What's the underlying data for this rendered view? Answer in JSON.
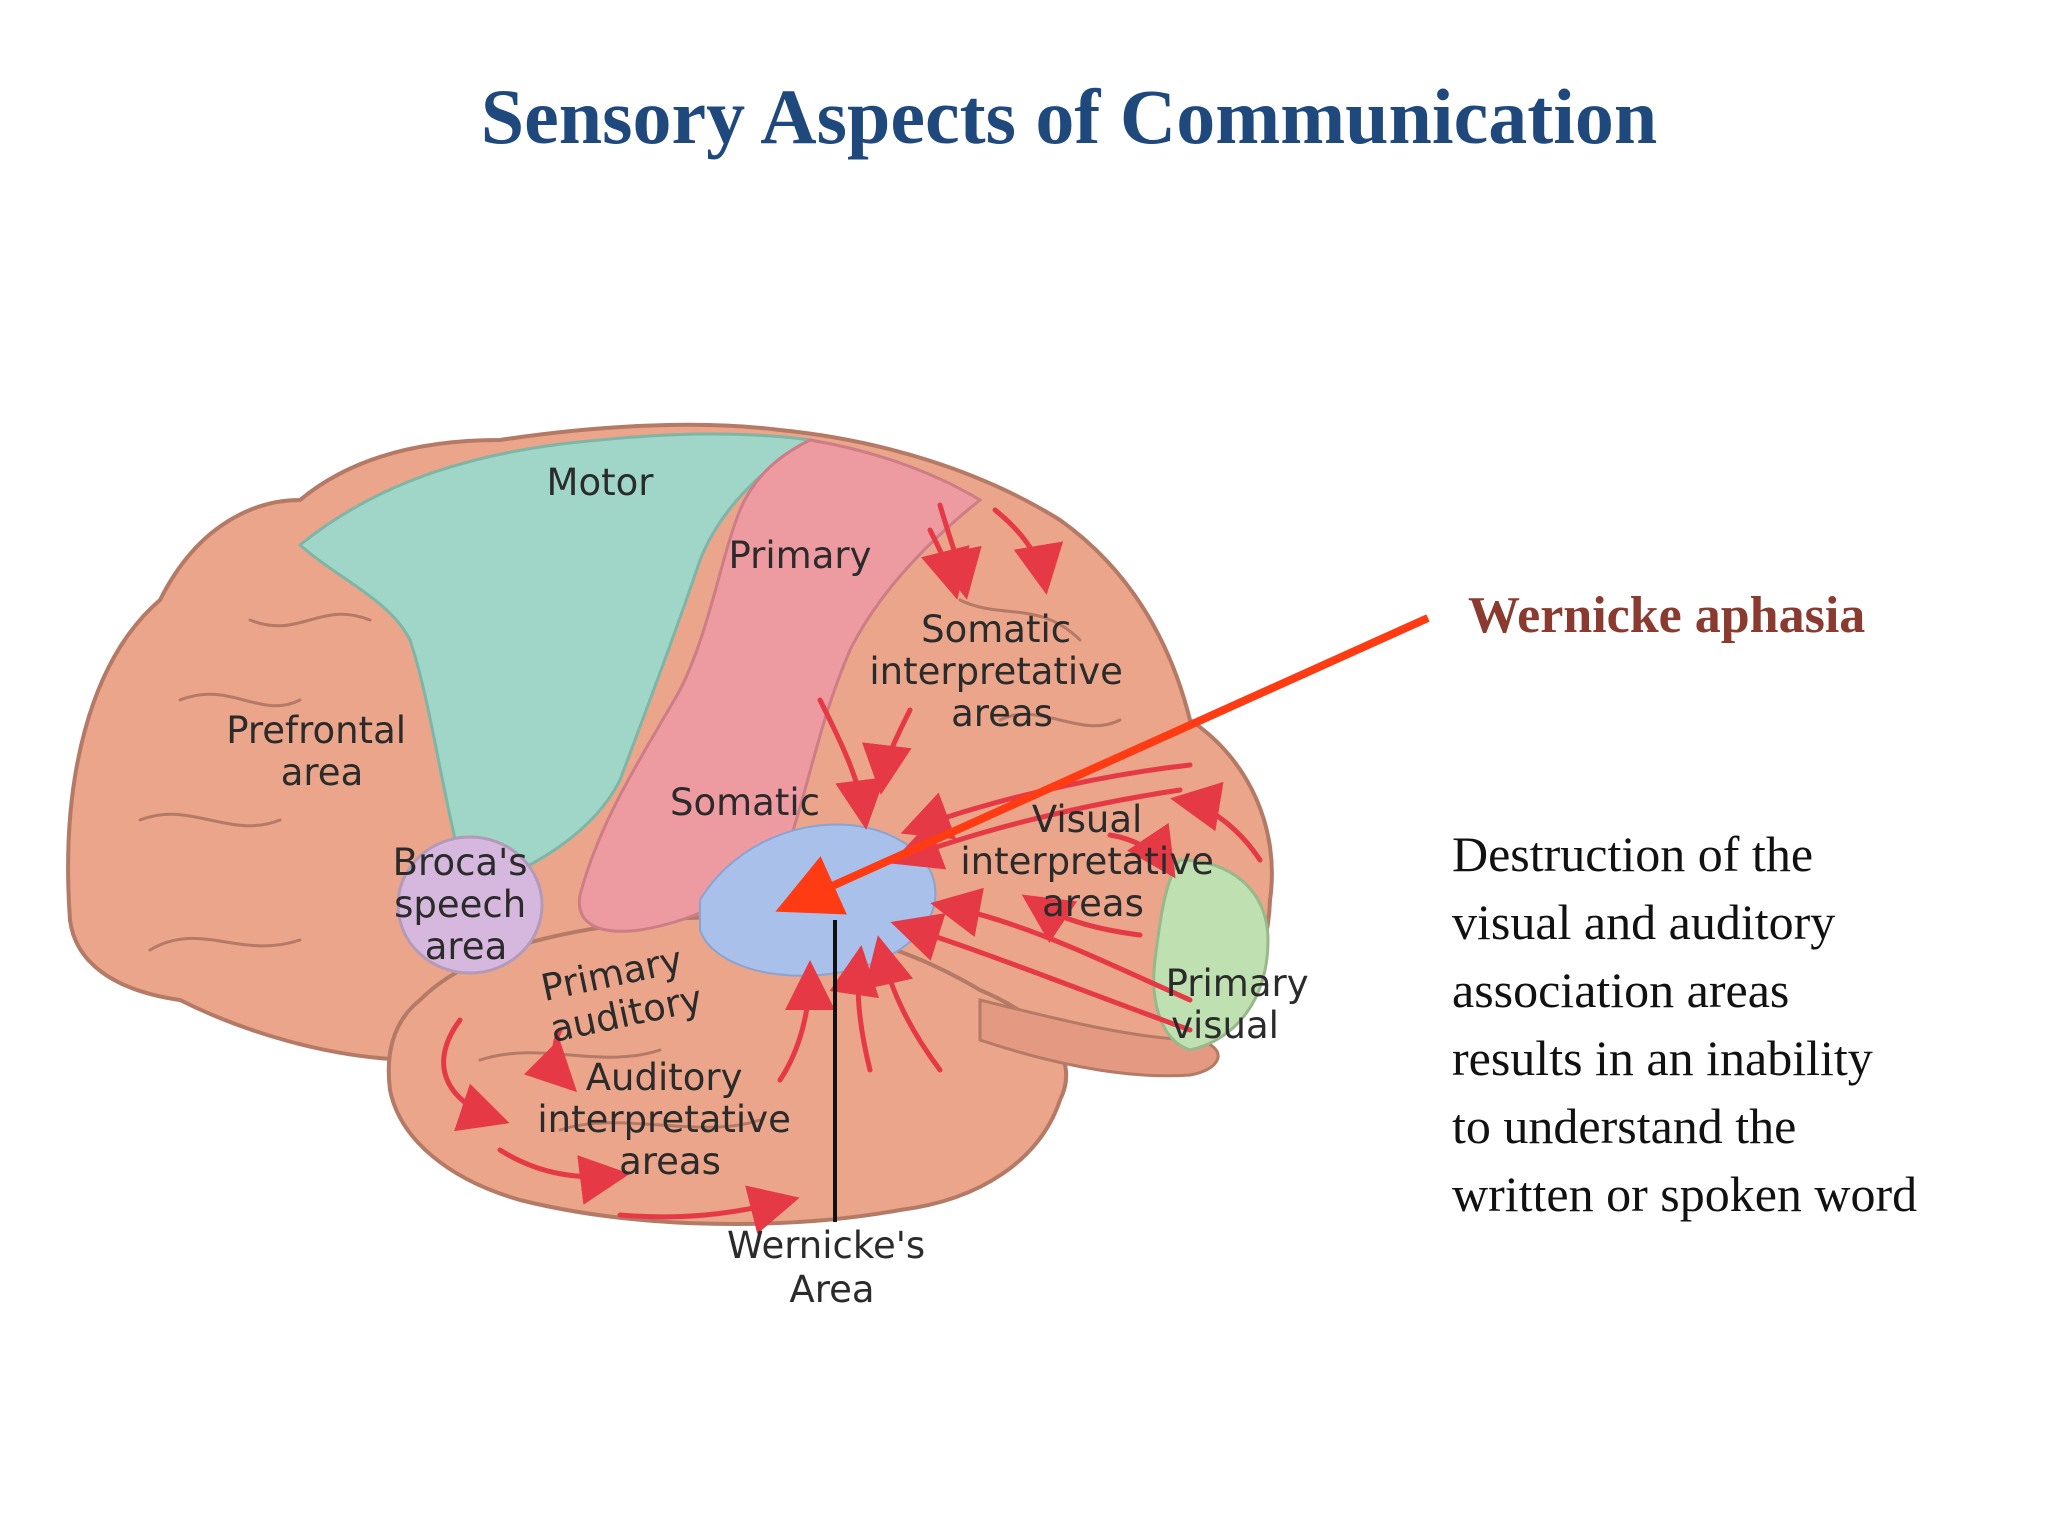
{
  "slide": {
    "title": "Sensory Aspects of Communication"
  },
  "callout": {
    "title": "Wernicke aphasia",
    "description_lines": [
      "Destruction of the",
      "visual and auditory",
      "association areas",
      "results in an inability",
      "to understand the",
      "written or spoken word"
    ],
    "arrow_color": "#ff3b14"
  },
  "diagram": {
    "region_labels": {
      "motor": "Motor",
      "primary_somatic_top": "Primary",
      "primary_somatic_bottom": "Somatic",
      "prefrontal": [
        "Prefrontal",
        "area"
      ],
      "broca": [
        "Broca's",
        "speech",
        "area"
      ],
      "somatic_interpretative": [
        "Somatic",
        "interpretative",
        "areas"
      ],
      "visual_interpretative": [
        "Visual",
        "interpretative",
        "areas"
      ],
      "primary_visual": [
        "Primary",
        "visual"
      ],
      "primary_auditory": [
        "Primary",
        "auditory"
      ],
      "auditory_interpretative": [
        "Auditory",
        "interpretative",
        "areas"
      ],
      "wernicke": [
        "Wernicke's",
        "Area"
      ]
    },
    "colors": {
      "cortex": "#eaa58a",
      "cortex_outline": "#b57a66",
      "motor": "#9fd6c8",
      "somatic": "#ee9aa1",
      "broca": "#d6b7dd",
      "wernicke": "#a9c0ea",
      "visual": "#bfe0b0",
      "pathway_arrows": "#e63946"
    }
  }
}
